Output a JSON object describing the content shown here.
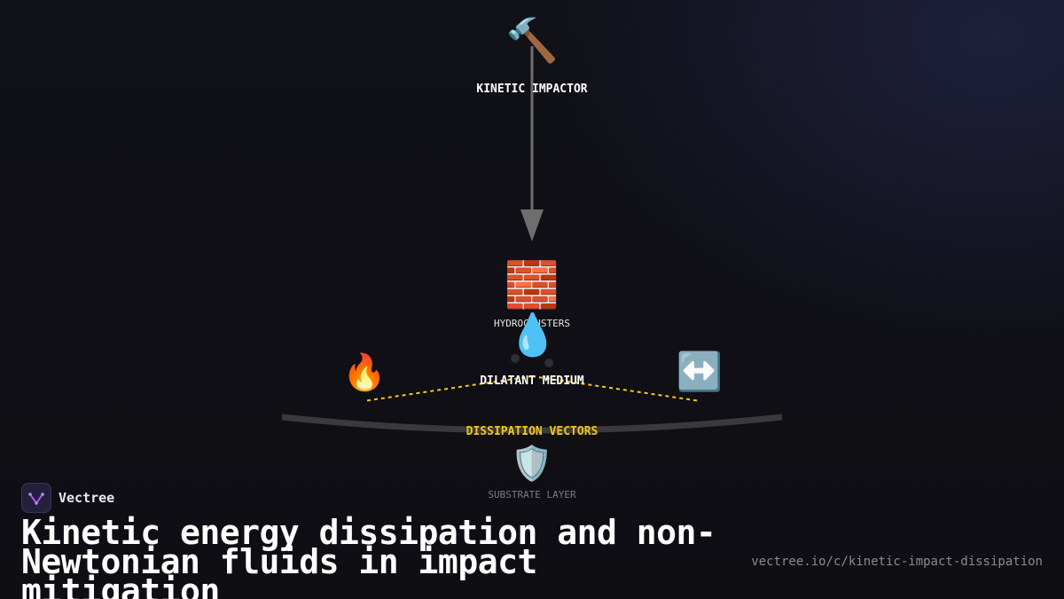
{
  "brand": {
    "name": "Vectree",
    "logo_icon": "vectree-logo-icon"
  },
  "title": "Kinetic energy dissipation and non-Newtonian fluids in impact mitigation",
  "source_url": "vectree.io/c/kinetic-impact-dissipation",
  "diagram": {
    "impactor": {
      "icon": "hammer-icon",
      "glyph": "🔨",
      "label": "KINETIC IMPACTOR"
    },
    "hydroclusters": {
      "icon": "brick-icon",
      "glyph": "🧱",
      "label": "HYDROCLUSTERS"
    },
    "medium": {
      "icon": "droplet-icon",
      "glyph": "💧",
      "label": "DILATANT MEDIUM"
    },
    "heat": {
      "icon": "fire-icon",
      "glyph": "🔥"
    },
    "spread": {
      "icon": "left-right-arrow-icon",
      "glyph": "↔️"
    },
    "dissipation": {
      "label": "DISSIPATION VECTORS"
    },
    "substrate": {
      "icon": "shield-icon",
      "glyph": "🛡️",
      "label": "SUBSTRATE LAYER"
    }
  },
  "colors": {
    "background": "#0f0f14",
    "accent": "#f5c518",
    "arrow": "#707070",
    "curve": "#3a3a3a",
    "muted_text": "#7a7a80"
  }
}
